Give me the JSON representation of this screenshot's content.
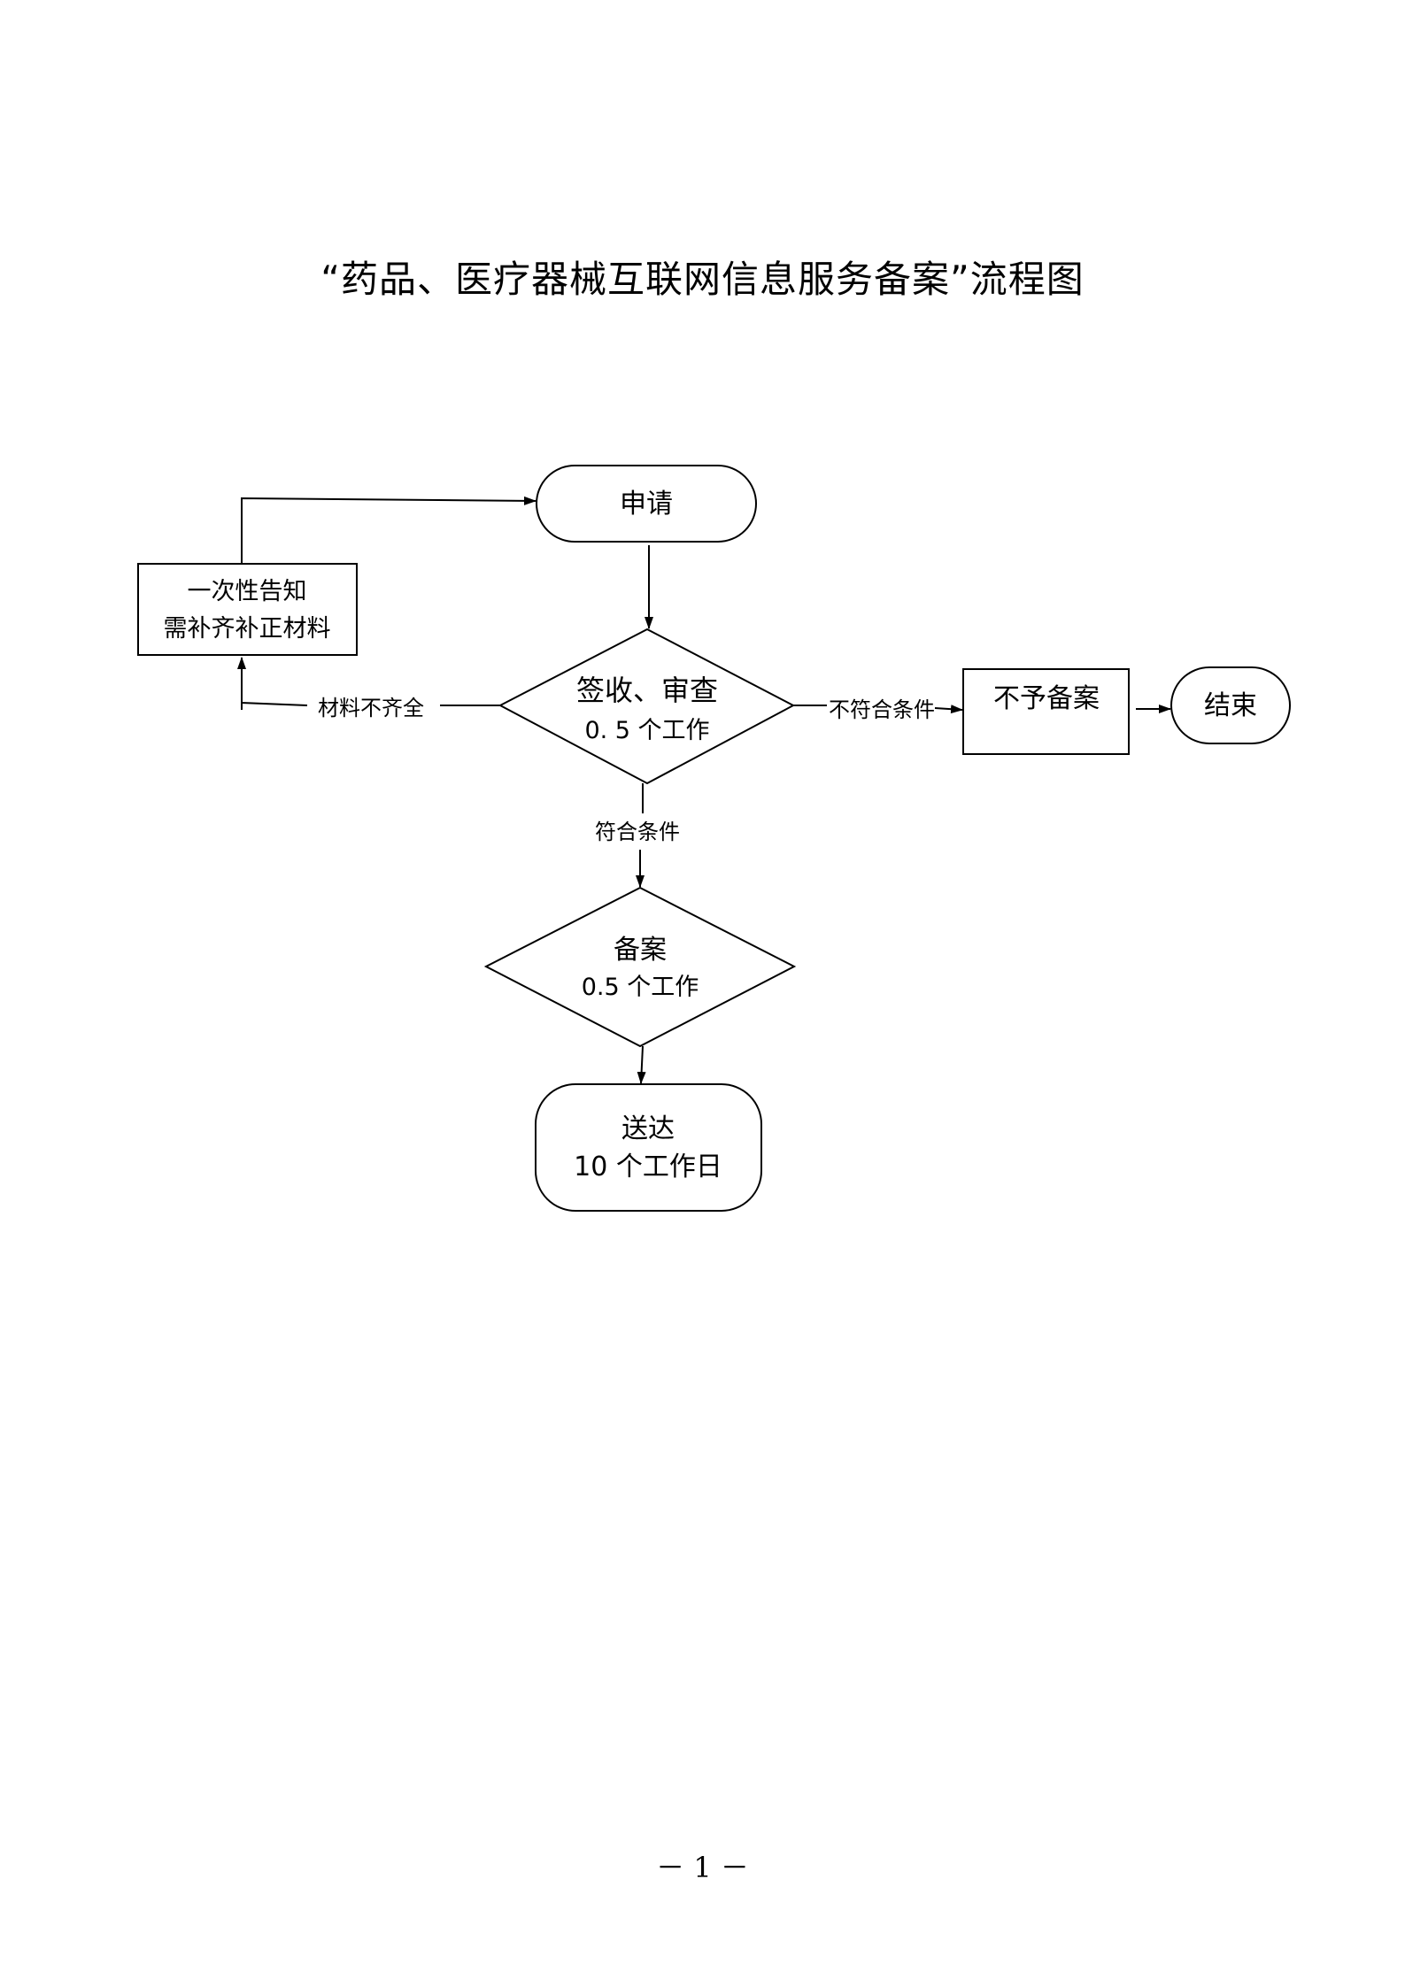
{
  "title": "“药品、医疗器械互联网信息服务备案”流程图",
  "nodes": {
    "apply": {
      "label": "申请"
    },
    "notify": {
      "line1": "一次性告知",
      "line2": "需补齐补正材料"
    },
    "review": {
      "line1": "签收、审查",
      "line2": "0. 5 个工作"
    },
    "reject": {
      "label": "不予备案"
    },
    "end": {
      "label": "结束"
    },
    "record": {
      "line1": "备案",
      "line2": "0.5 个工作"
    },
    "deliver": {
      "line1": "送达",
      "line2": "10 个工作日"
    }
  },
  "edges": {
    "incomplete": "材料不齐全",
    "not_qualified": "不符合条件",
    "qualified": "符合条件"
  },
  "page_number": "－ 1 －"
}
